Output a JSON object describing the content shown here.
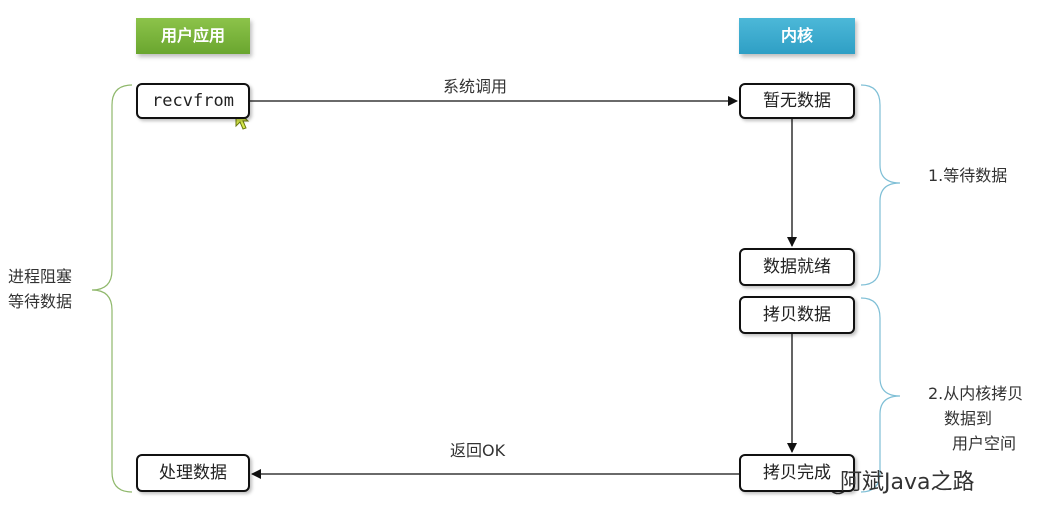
{
  "headers": {
    "user_app": "用户应用",
    "kernel": "内核"
  },
  "boxes": {
    "recvfrom": "recvfrom",
    "process_data": "处理数据",
    "no_data": "暂无数据",
    "data_ready": "数据就绪",
    "copy_data": "拷贝数据",
    "copy_done": "拷贝完成"
  },
  "arrows": {
    "syscall": "系统调用",
    "return_ok": "返回OK"
  },
  "steps": {
    "step1": "1.等待数据",
    "step2": [
      "2.从内核拷贝",
      "数据到",
      "用户空间"
    ]
  },
  "left_note": [
    "进程阻塞",
    "等待数据"
  ],
  "watermark": "阿斌Java之路",
  "colors": {
    "user_header": "#7ab63e",
    "kernel_header": "#3aa9cf",
    "left_brace": "#8fb86b",
    "right_brace": "#7fbfd6"
  }
}
